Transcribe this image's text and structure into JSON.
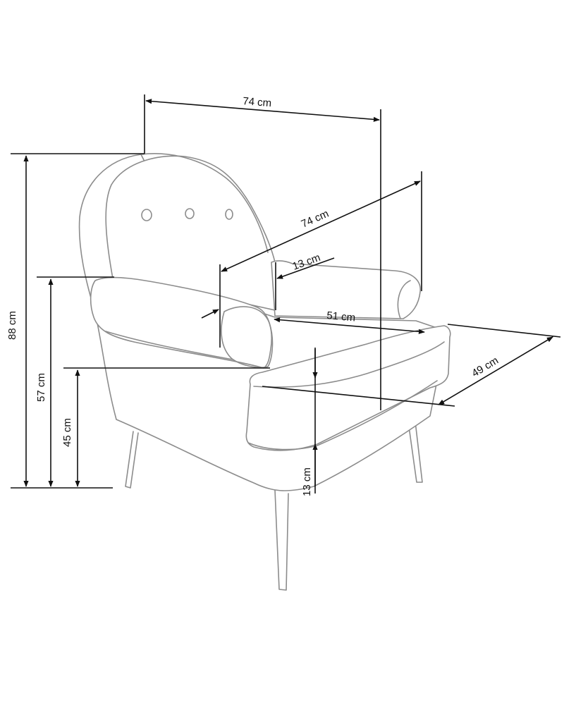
{
  "colors": {
    "chair_outline": "#8c8c8c",
    "dimension_line": "#111111",
    "background": "#ffffff"
  },
  "dimensions": {
    "width": "74 cm",
    "depth": "74 cm",
    "armrest_width": "13 cm",
    "seat_width": "51 cm",
    "seat_depth": "49 cm",
    "total_height": "88 cm",
    "armrest_height": "57 cm",
    "seat_height": "45 cm",
    "seat_thickness": "13 cm"
  }
}
